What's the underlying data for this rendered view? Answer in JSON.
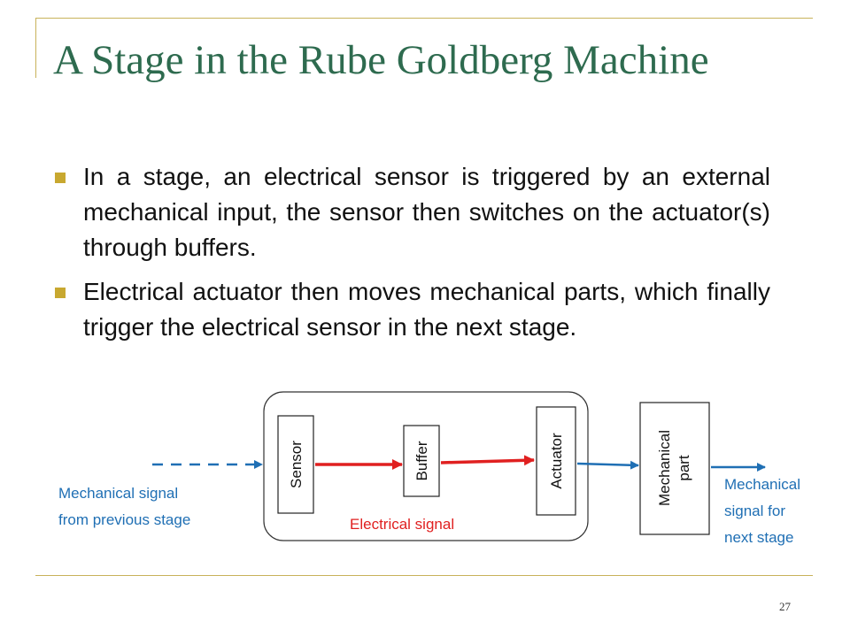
{
  "slide": {
    "title": "A Stage in the Rube Goldberg Machine",
    "bullets": [
      "In a stage, an electrical sensor is triggered by an external mechanical input, the sensor then switches on the actuator(s) through buffers.",
      "Electrical actuator then moves mechanical parts, which finally trigger the electrical sensor in the next stage."
    ],
    "page_number": "27"
  },
  "diagram": {
    "blocks": {
      "sensor": "Sensor",
      "buffer": "Buffer",
      "actuator": "Actuator",
      "mechanical_part_line1": "Mechanical",
      "mechanical_part_line2": "part"
    },
    "labels": {
      "input_line1": "Mechanical signal",
      "input_line2": "from previous stage",
      "electrical": "Electrical signal",
      "output_line1": "Mechanical",
      "output_line2": "signal for",
      "output_line3": "next stage"
    },
    "colors": {
      "mechanical_signal": "#1f6fb4",
      "electrical_signal": "#e02020",
      "frame_accent": "#c8b25a",
      "title_color": "#2e6b4f"
    }
  }
}
